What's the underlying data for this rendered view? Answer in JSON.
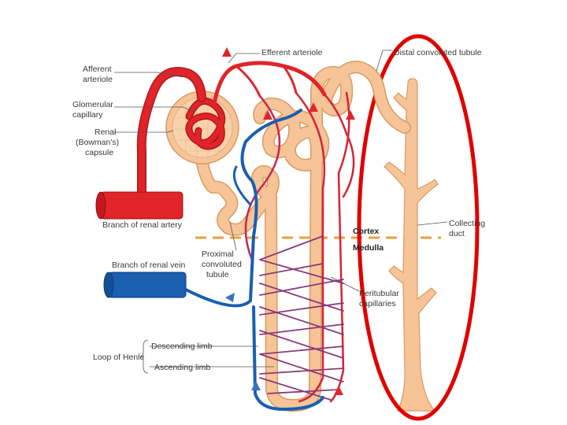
{
  "labels": {
    "afferent_arteriole_1": "Afferent",
    "afferent_arteriole_2": "arteriole",
    "glomerular_capillary_1": "Glomerular",
    "glomerular_capillary_2": "capillary",
    "renal_capsule_1": "Renal",
    "renal_capsule_2": "(Bowman's)",
    "renal_capsule_3": "capsule",
    "branch_renal_artery": "Branch of renal artery",
    "branch_renal_vein": "Branch of renal vein",
    "efferent_arteriole": "Efferent arteriole",
    "distal_convoluted_tubule": "Distal convoluted tubule",
    "collecting_duct_1": "Collecting",
    "collecting_duct_2": "duct",
    "cortex": "Cortex",
    "medulla": "Medulla",
    "proximal_tubule_1": "Proximal",
    "proximal_tubule_2": "convoluted",
    "proximal_tubule_3": "tubule",
    "peritubular_1": "Peritubular",
    "peritubular_2": "capillaries",
    "loop_of_henle": "Loop of Henle",
    "descending_limb": "Descending limb",
    "ascending_limb": "Ascending limb"
  },
  "colors": {
    "artery": "#e0242a",
    "vein": "#1a5fb0",
    "tubule": "#f6c497",
    "tubule_edge": "#d99a63",
    "highlight_ellipse": "#e00000",
    "cortex_medulla_line": "#e8a040"
  }
}
